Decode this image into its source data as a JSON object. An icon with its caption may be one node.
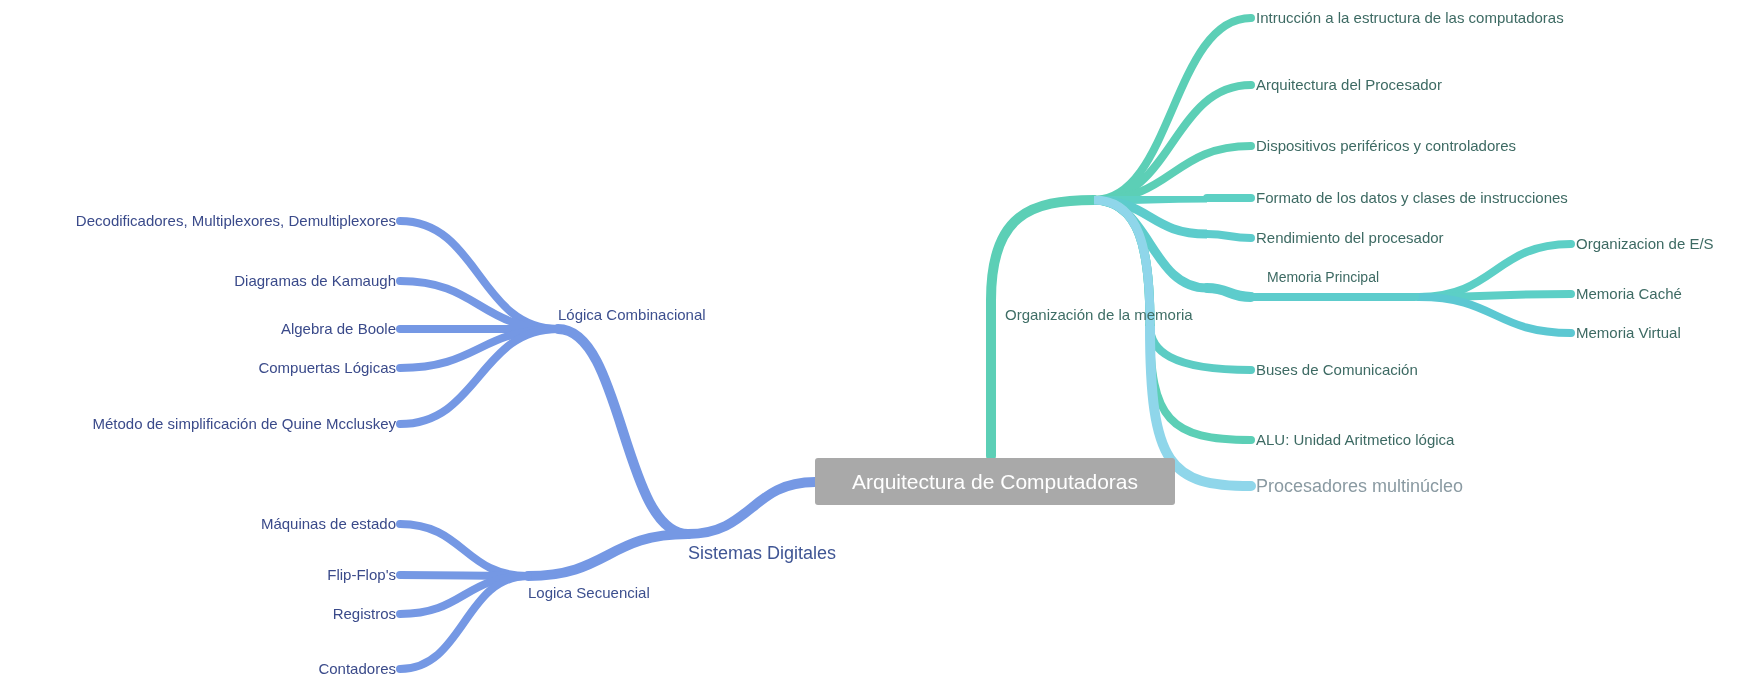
{
  "diagram": {
    "nodes": [
      {
        "text": [
          "Arquitectura de Computadoras"
        ]
      },
      {
        "text": [
          "Sistemas Digitales"
        ]
      },
      {
        "text": [
          "Lógica Combinacional"
        ]
      },
      {
        "text": [
          "Decodificadores, Multiplexores, Demultiplexores"
        ]
      },
      {
        "text": [
          "Diagramas de Kamaugh"
        ]
      },
      {
        "text": [
          "Algebra de Boole"
        ]
      },
      {
        "text": [
          "Compuertas Lógicas"
        ]
      },
      {
        "text": [
          "Método de simplificación de Quine Mccluskey"
        ]
      },
      {
        "text": [
          "Logica Secuencial"
        ]
      },
      {
        "text": [
          "Máquinas de estado"
        ]
      },
      {
        "text": [
          "Flip-Flop's"
        ]
      },
      {
        "text": [
          "Registros"
        ]
      },
      {
        "text": [
          "Contadores"
        ]
      },
      {
        "text": [
          "Organización de la memoria"
        ]
      },
      {
        "text": [
          "Intrucción a la estructura de las computadoras"
        ]
      },
      {
        "text": [
          "Arquitectura del Procesador"
        ]
      },
      {
        "text": [
          "Dispositivos periféricos y controladores"
        ]
      },
      {
        "text": [
          "Formato de los datos y clases de instrucciones"
        ]
      },
      {
        "text": [
          "Rendimiento del procesador"
        ]
      },
      {
        "text": [
          "Memoria Principal"
        ]
      },
      {
        "text": [
          "Organizacion de E/S"
        ]
      },
      {
        "text": [
          "Memoria Caché"
        ]
      },
      {
        "text": [
          "Memoria Virtual"
        ]
      },
      {
        "text": [
          "Buses de Comunicación"
        ]
      },
      {
        "text": [
          "ALU: Unidad Aritmetico lógica"
        ]
      },
      {
        "text": [
          "Procesadores multinúcleo"
        ]
      }
    ],
    "edges": [
      {
        "from": 0,
        "to": 1,
        "arrow": "none"
      },
      {
        "from": 1,
        "to": 2,
        "arrow": "none"
      },
      {
        "from": 2,
        "to": 3,
        "arrow": "none"
      },
      {
        "from": 2,
        "to": 4,
        "arrow": "none"
      },
      {
        "from": 2,
        "to": 5,
        "arrow": "none"
      },
      {
        "from": 2,
        "to": 6,
        "arrow": "none"
      },
      {
        "from": 2,
        "to": 7,
        "arrow": "none"
      },
      {
        "from": 1,
        "to": 8,
        "arrow": "none"
      },
      {
        "from": 8,
        "to": 9,
        "arrow": "none"
      },
      {
        "from": 8,
        "to": 10,
        "arrow": "none"
      },
      {
        "from": 8,
        "to": 11,
        "arrow": "none"
      },
      {
        "from": 8,
        "to": 12,
        "arrow": "none"
      },
      {
        "from": 0,
        "to": 13,
        "arrow": "none",
        "color": "#5ccfb6"
      },
      {
        "from": 13,
        "to": 14,
        "arrow": "none",
        "color": "#5ccfb6"
      },
      {
        "from": 13,
        "to": 15,
        "arrow": "none",
        "color": "#5ccfb6"
      },
      {
        "from": 13,
        "to": 16,
        "arrow": "none",
        "color": "#5ccfb6"
      },
      {
        "from": 13,
        "to": 17,
        "arrow": "none",
        "color": "#5dd0c4"
      },
      {
        "from": 13,
        "to": 18,
        "arrow": "none",
        "color": "#5dcccc"
      },
      {
        "from": 13,
        "to": 19,
        "arrow": "none",
        "color": "#5dcccc"
      },
      {
        "from": 19,
        "to": 20,
        "arrow": "none",
        "color": "#5ccfc6"
      },
      {
        "from": 19,
        "to": 21,
        "arrow": "none",
        "color": "#5ccfc6"
      },
      {
        "from": 19,
        "to": 22,
        "arrow": "none",
        "color": "#5cc8d2"
      },
      {
        "from": 13,
        "to": 23,
        "arrow": "none",
        "color": "#5cccc4"
      },
      {
        "from": 13,
        "to": 24,
        "arrow": "none",
        "color": "#5ccfb6"
      },
      {
        "from": 13,
        "to": 25,
        "arrow": "none",
        "color": "#8fd6ea"
      }
    ]
  }
}
